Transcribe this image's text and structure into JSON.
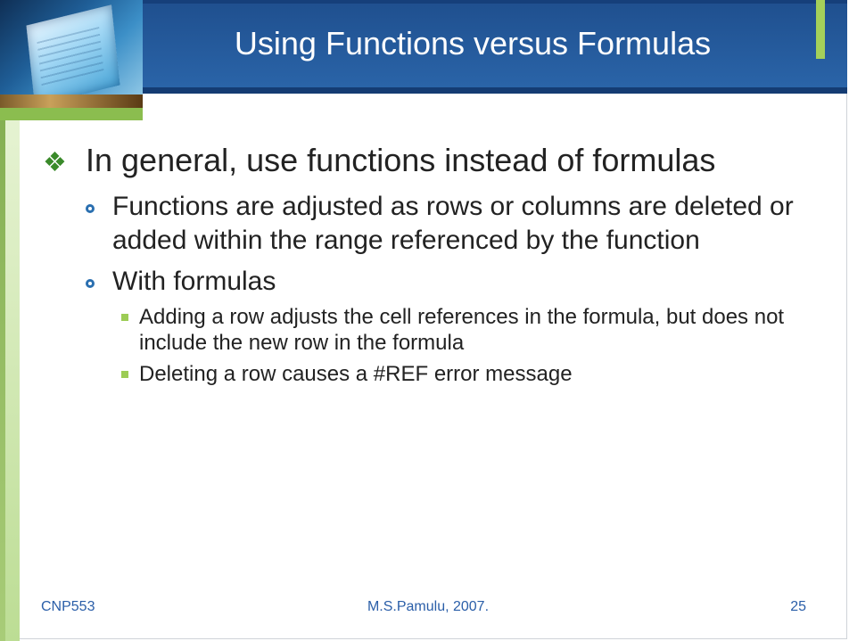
{
  "slide": {
    "title": "Using Functions versus Formulas",
    "bullet_l1": "In general, use functions instead of formulas",
    "sub1": "Functions are adjusted as rows or columns are deleted or added within the range referenced by the function",
    "sub2": "With formulas",
    "sub2_items": [
      "Adding a row adjusts the cell references in the formula, but does not include the new row in the formula",
      "Deleting a row causes a #REF error message"
    ]
  },
  "footer": {
    "left": "CNP553",
    "center": "M.S.Pamulu, 2007.",
    "page": "25"
  },
  "colors": {
    "header": "#2a64a8",
    "accent_green": "#a4d05a",
    "footer_text": "#2a5ea8"
  },
  "icons": {
    "level1_bullet": "four-diamond-bullet-icon",
    "level2_bullet": "ring-bullet-icon",
    "level3_bullet": "green-square-bullet-icon"
  }
}
